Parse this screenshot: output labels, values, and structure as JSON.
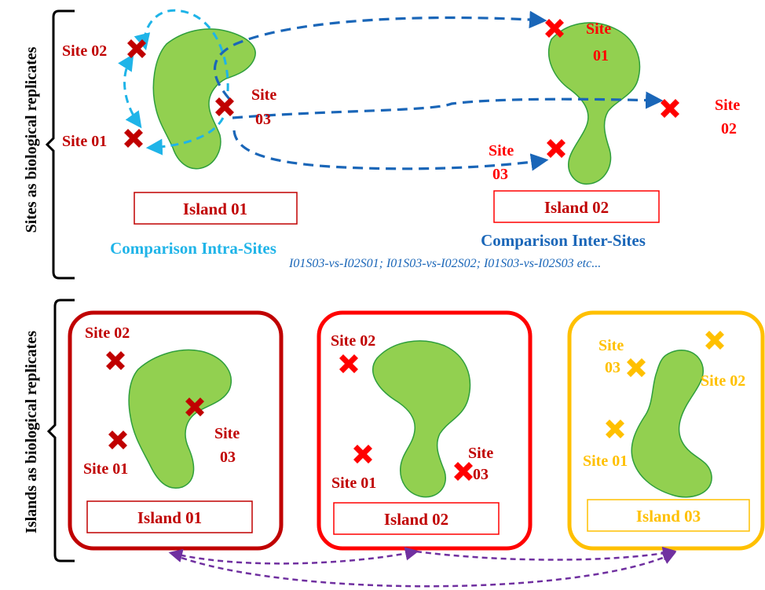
{
  "side_labels": {
    "top": "Sites as biological replicates",
    "bottom": "Islands as biological replicates"
  },
  "top_panel": {
    "island01_box": "Island 01",
    "island02_box": "Island 02",
    "island01_sites": {
      "s02": "Site 02",
      "s01": "Site 01",
      "s03_line1": "Site",
      "s03_line2": "03"
    },
    "island02_sites": {
      "s01_line1": "Site",
      "s01_line2": "01",
      "s02_line1": "Site",
      "s02_line2": "02",
      "s03_line1": "Site",
      "s03_line2": "03"
    },
    "intra_caption": "Comparison Intra-Sites",
    "inter_caption": "Comparison Inter-Sites",
    "inter_examples": "I01S03-vs-I02S01; I01S03-vs-I02S02; I01S03-vs-I02S03 etc..."
  },
  "bottom_panel": {
    "card1": {
      "title": "Island 01",
      "site02": "Site 02",
      "site01": "Site 01",
      "site03_line1": "Site",
      "site03_line2": "03"
    },
    "card2": {
      "title": "Island 02",
      "site02": "Site 02",
      "site01": "Site 01",
      "site03_line1": "Site",
      "site03_line2": "03"
    },
    "card3": {
      "title": "Island 03",
      "site03_line1": "Site",
      "site03_line2": "03",
      "site02": "Site 02",
      "site01": "Site 01"
    }
  },
  "colors": {
    "island_fill": "#92d050",
    "island_stroke": "#2e9e3c",
    "dark_red": "#c00000",
    "red": "#ff0000",
    "gold": "#ffc000",
    "intra_blue": "#1fb4e8",
    "inter_blue": "#1a66b8",
    "purple": "#7030a0"
  }
}
